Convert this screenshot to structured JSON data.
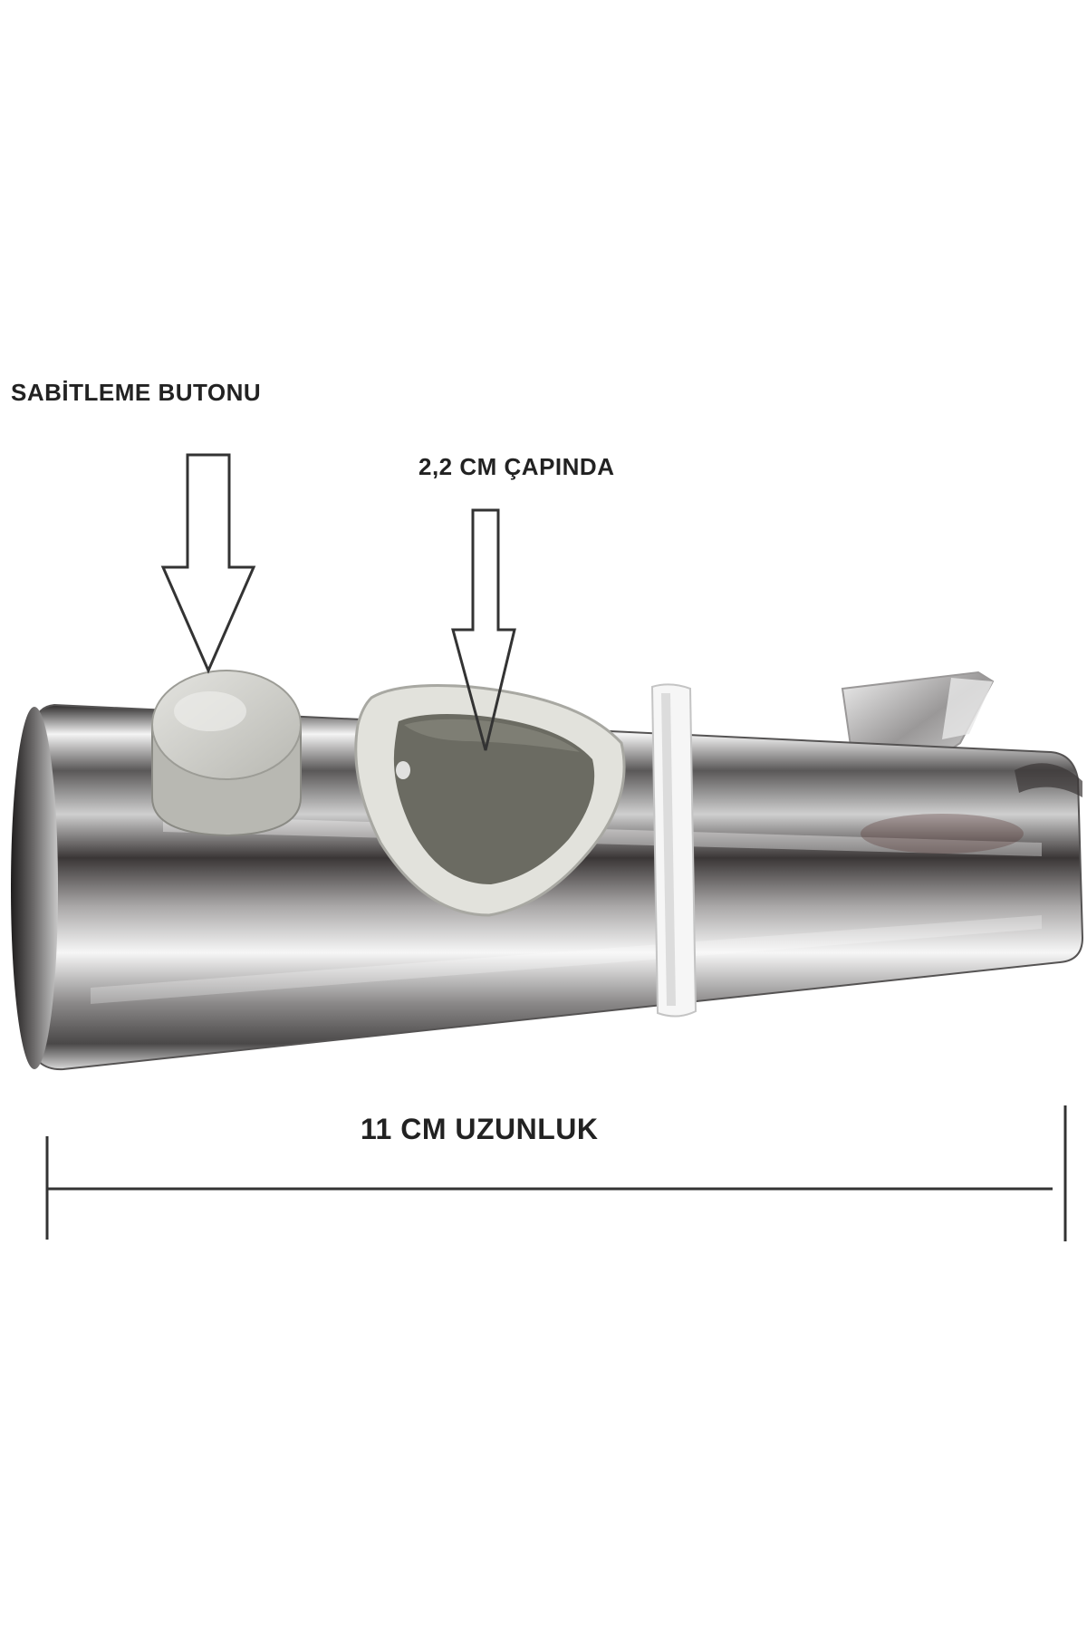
{
  "labels": {
    "fixing_button": "SABİTLEME BUTONU",
    "diameter": "2,2 CM ÇAPINDA",
    "length": "11 CM UZUNLUK"
  },
  "colors": {
    "chrome_dark": "#3a3838",
    "chrome_mid": "#8e8c8c",
    "chrome_light": "#f2f2f2",
    "plastic_gray": "#d6d6d0",
    "plastic_inner": "#6b6b62",
    "ring_white": "#f4f4f4",
    "line": "#333333"
  },
  "icons": {
    "arrow": "down-arrow-icon",
    "dimension": "dimension-line-icon"
  }
}
